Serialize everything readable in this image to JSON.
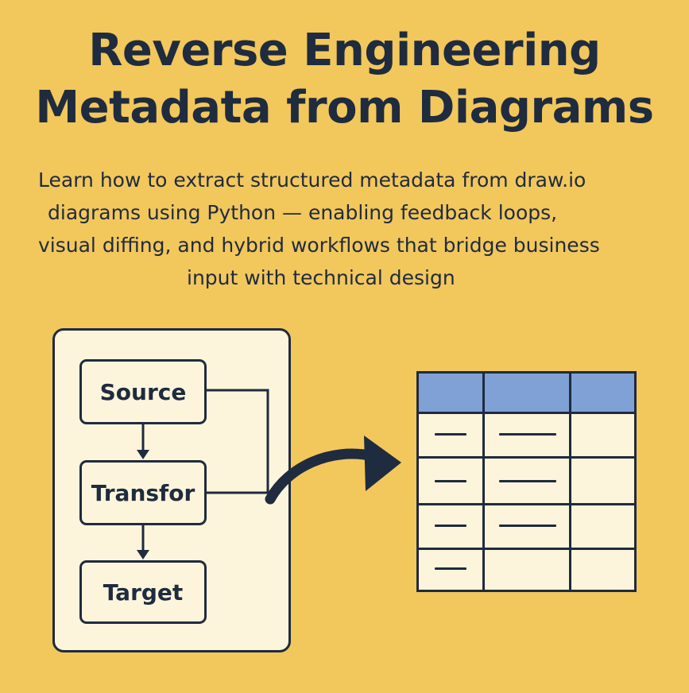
{
  "title": {
    "line1": "Reverse Engineering",
    "line2": "Metadata from Diagrams"
  },
  "subtitle": {
    "line1": "Learn how to extract structured metadata from draw.io",
    "line2": "diagrams using Python — enabling feedback loops,",
    "line3": "visual diffing, and hybrid workflows that bridge business",
    "line4": "input with technical design"
  },
  "diagram": {
    "nodes": [
      "Source",
      "Transfor",
      "Target"
    ],
    "table": {
      "columns": 3,
      "header_color": "#7FA1D6",
      "body_rows": 4,
      "row_placeholders": [
        [
          true,
          true,
          false
        ],
        [
          true,
          true,
          false
        ],
        [
          true,
          true,
          false
        ],
        [
          true,
          false,
          false
        ]
      ]
    }
  },
  "colors": {
    "background": "#F2C75C",
    "ink": "#1F2B3E",
    "panel": "#FCF5DC",
    "header": "#7FA1D6"
  }
}
